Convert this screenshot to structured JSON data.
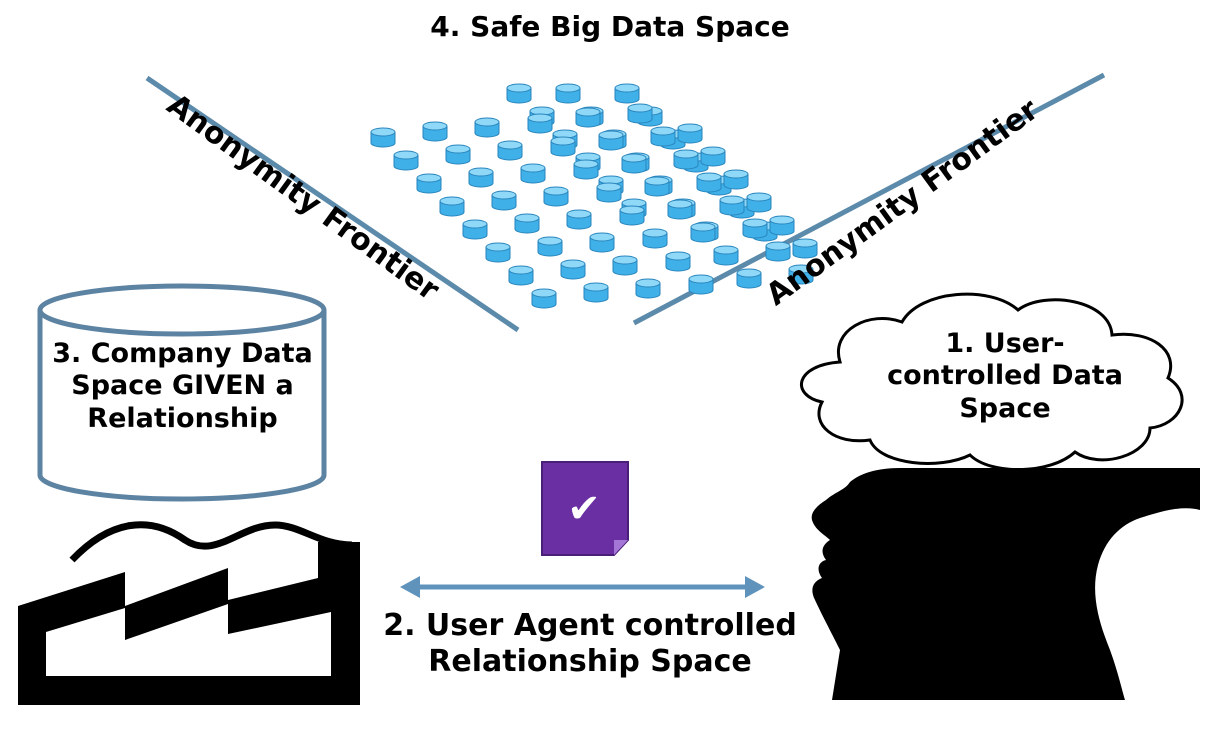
{
  "diagram": {
    "top_title": "4. Safe Big Data Space",
    "frontier_left_label": "Anonymity Frontier",
    "frontier_right_label": "Anonymity Frontier",
    "company_label": "3. Company Data Space GIVEN a Relationship",
    "user_label": "1. User-controlled Data Space",
    "agent_label": "2. User Agent controlled Relationship Space",
    "check_symbol": "✔"
  },
  "colors": {
    "line_blue": "#5b8aaa",
    "cylinder_fill": "#3fb0e8",
    "cylinder_top": "#8fd8f8",
    "sticky_purple": "#6a2fa3",
    "arrow_blue": "#5f93bc"
  }
}
